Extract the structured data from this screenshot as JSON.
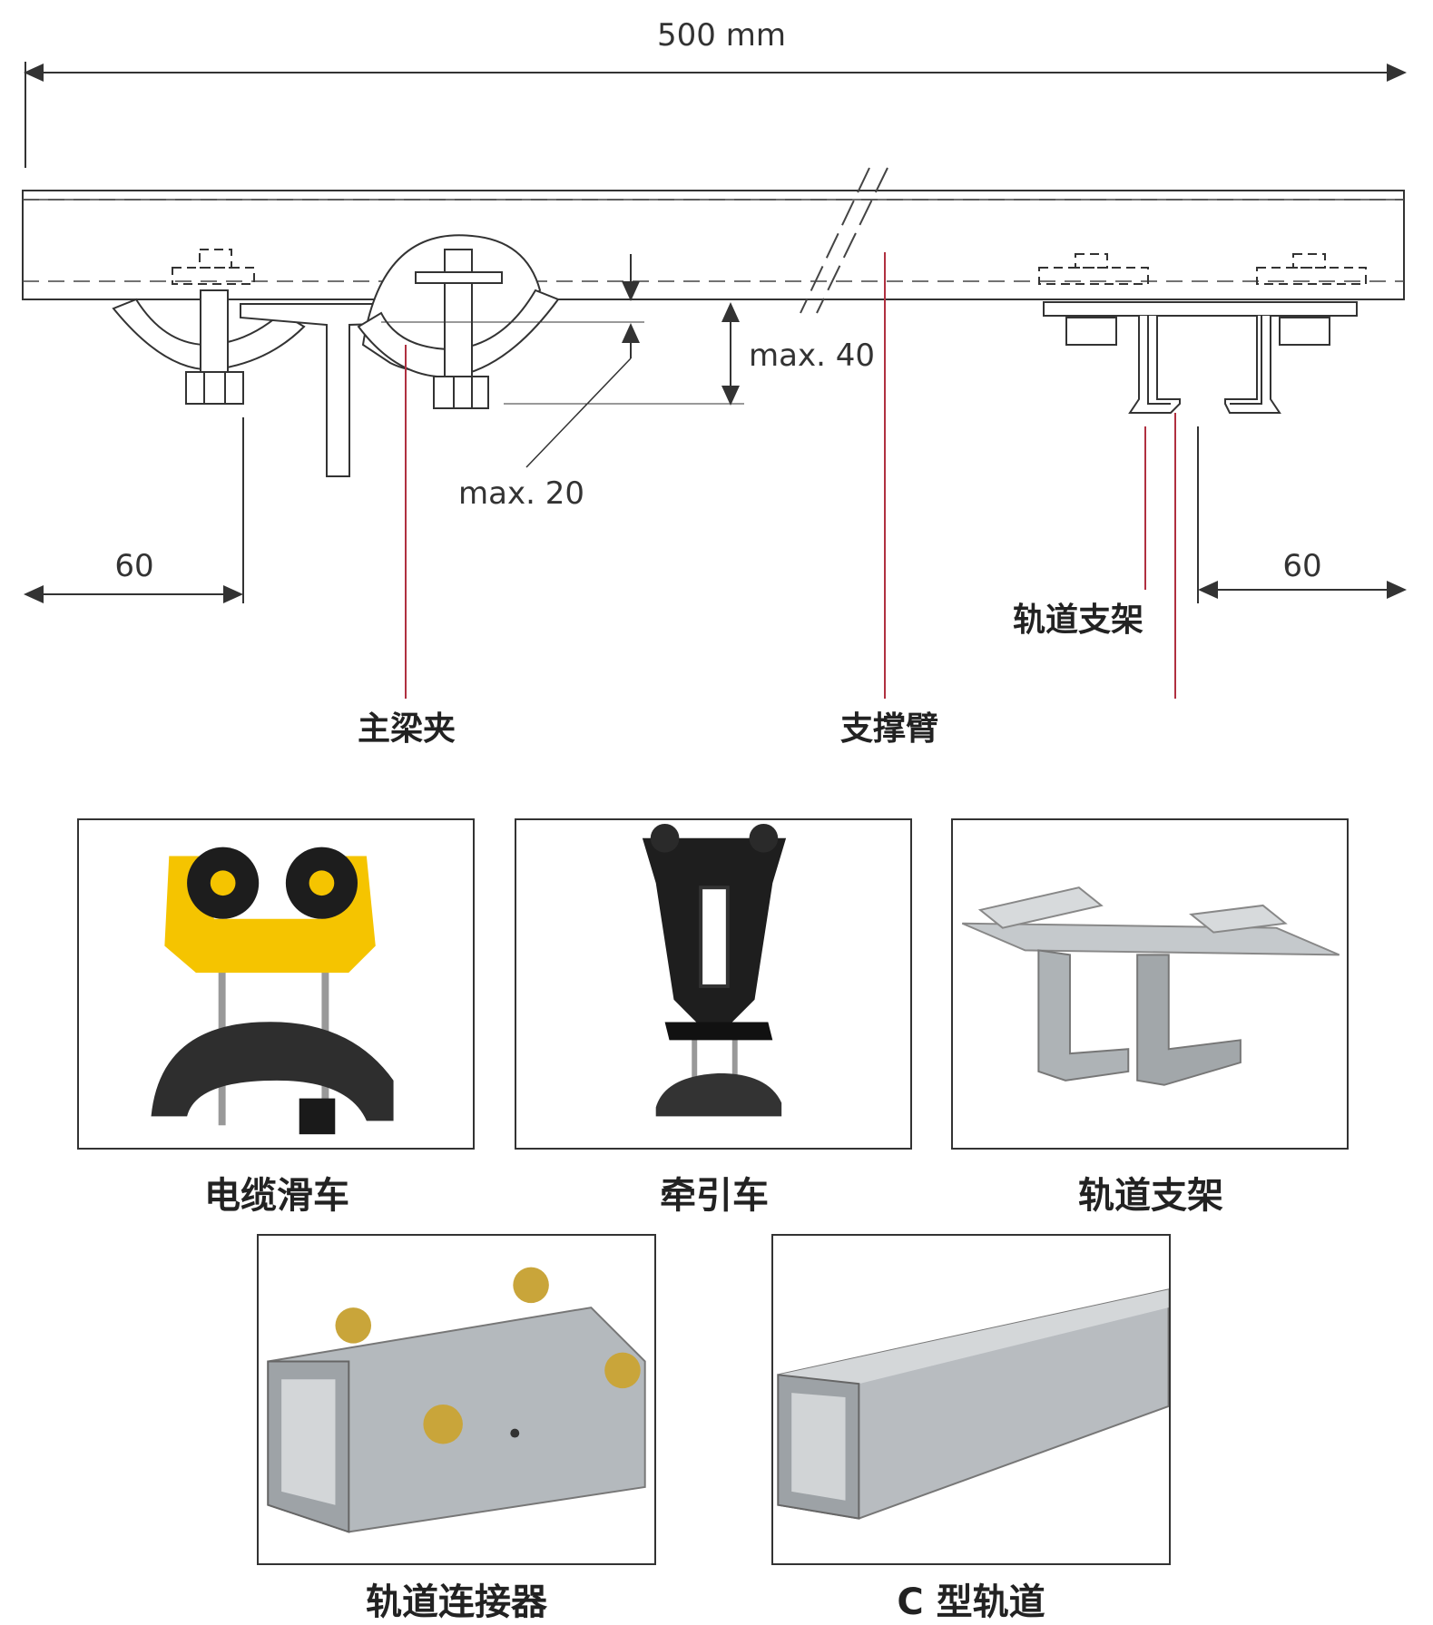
{
  "diagram": {
    "total_width_label": "500 mm",
    "max40_label": "max. 40",
    "max20_label": "max. 20",
    "left_offset_label": "60",
    "right_offset_label": "60",
    "callouts": {
      "beam_clamp": "主梁夹",
      "support_arm": "支撑臂",
      "track_bracket": "轨道支架"
    }
  },
  "products": [
    {
      "caption": "电缆滑车",
      "icon": "cable-trolley"
    },
    {
      "caption": "牵引车",
      "icon": "towing-trolley"
    },
    {
      "caption": "轨道支架",
      "icon": "track-bracket"
    },
    {
      "caption": "轨道连接器",
      "icon": "track-connector"
    },
    {
      "caption": "C 型轨道",
      "icon": "c-track"
    }
  ],
  "colors": {
    "callout_line": "#b03040",
    "trolley_yellow": "#f5c400",
    "steel": "#b8bcc0"
  }
}
